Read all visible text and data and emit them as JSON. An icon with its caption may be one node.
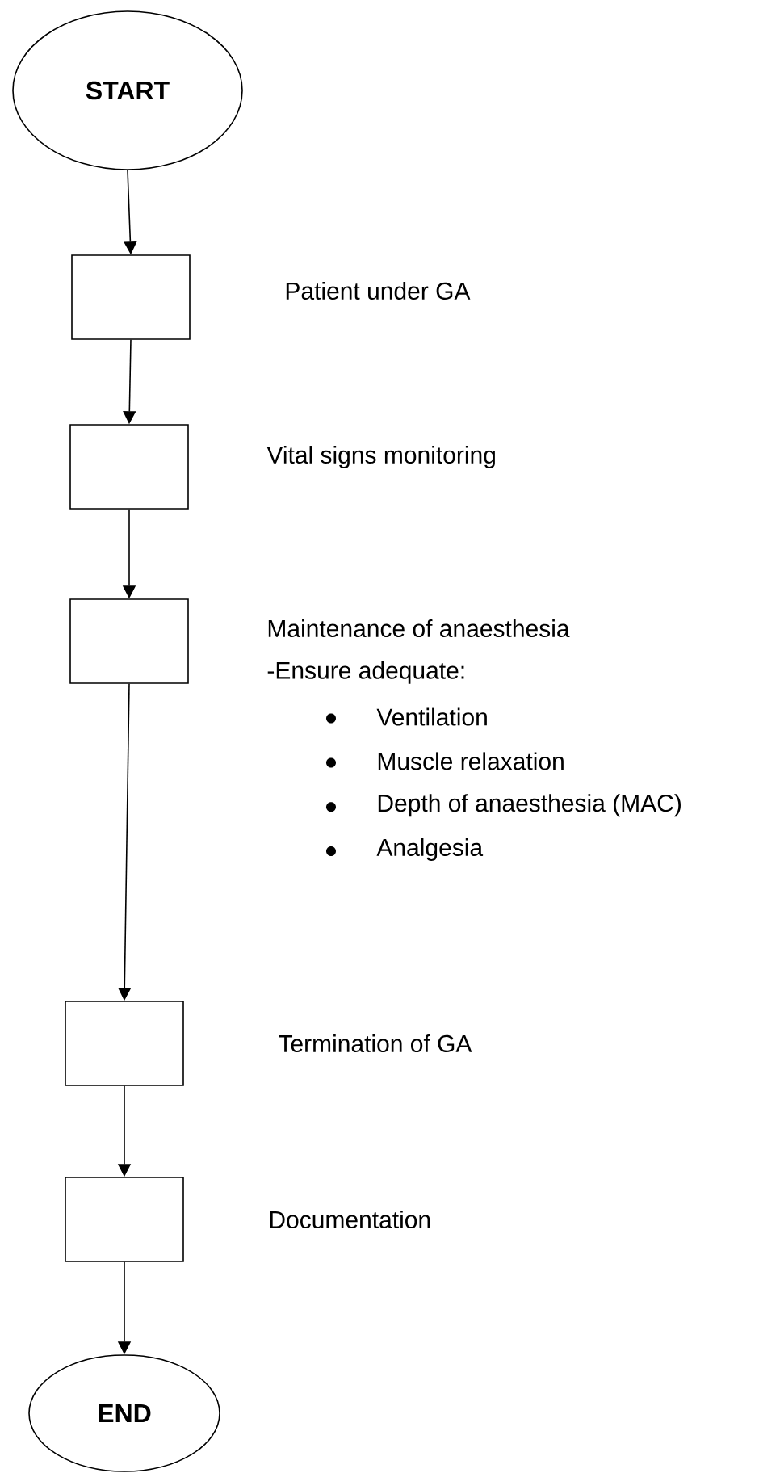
{
  "diagram": {
    "nodes": [
      {
        "text": [
          "START"
        ]
      },
      {
        "text": [],
        "shape": "box",
        "beside": [
          "Patient under GA"
        ]
      },
      {
        "text": [],
        "shape": "box",
        "beside": [
          "Vital signs monitoring"
        ]
      },
      {
        "text": [],
        "shape": "box",
        "beside": [
          "Maintenance of anaesthesia",
          "-Ensure adequate:",
          "Ventilation",
          "Muscle relaxation",
          "Depth of anaesthesia (MAC)",
          "Analgesia"
        ]
      },
      {
        "text": [],
        "shape": "box",
        "beside": [
          "Termination of GA"
        ]
      },
      {
        "text": [],
        "shape": "box",
        "beside": [
          "Documentation"
        ]
      },
      {
        "text": [
          "END"
        ]
      }
    ],
    "edges": [
      {
        "from": 0,
        "to": 1,
        "arrow": "to"
      },
      {
        "from": 1,
        "to": 2,
        "arrow": "to"
      },
      {
        "from": 2,
        "to": 3,
        "arrow": "to"
      },
      {
        "from": 3,
        "to": 4,
        "arrow": "to"
      },
      {
        "from": 4,
        "to": 5,
        "arrow": "to"
      },
      {
        "from": 5,
        "to": 6,
        "arrow": "to"
      }
    ]
  }
}
